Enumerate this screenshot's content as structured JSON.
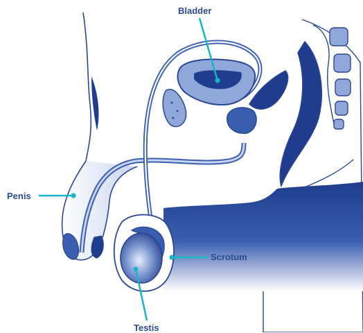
{
  "labels": {
    "bladder": "Bladder",
    "penis": "Penis",
    "scrotum": "Scrotum",
    "testis": "Testis"
  },
  "colors": {
    "anatomy_dark": "#1f3d8c",
    "anatomy_mid": "#3b5fb0",
    "anatomy_light": "#8fa8d9",
    "anatomy_pale": "#c7d4ee",
    "outline": "#2a4693",
    "leader_line": "#17b5c8",
    "label_text": "#2b4a93",
    "background": "#ffffff"
  }
}
